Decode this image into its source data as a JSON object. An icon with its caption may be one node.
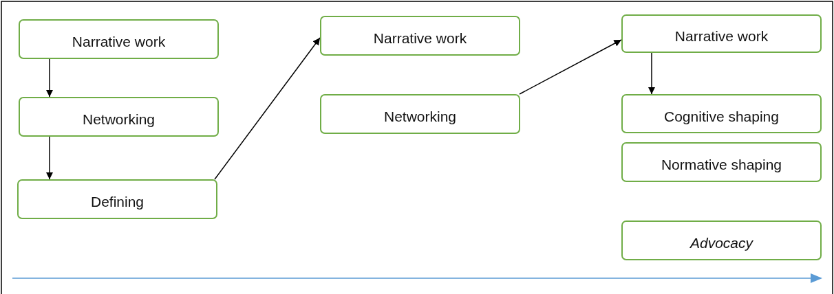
{
  "diagram": {
    "nodes": [
      {
        "text": [
          "Narrative work"
        ]
      },
      {
        "text": [
          "Networking"
        ]
      },
      {
        "text": [
          "Defining"
        ]
      },
      {
        "text": [
          "Narrative work"
        ]
      },
      {
        "text": [
          "Networking"
        ]
      },
      {
        "text": [
          "Narrative work"
        ]
      },
      {
        "text": [
          "Cognitive shaping"
        ]
      },
      {
        "text": [
          "Normative shaping"
        ]
      },
      {
        "text": [
          "Advocacy"
        ]
      }
    ],
    "edges": [
      {
        "from": 0,
        "to": 1,
        "arrow": "to"
      },
      {
        "from": 1,
        "to": 2,
        "arrow": "to"
      },
      {
        "from": 2,
        "to": 3,
        "arrow": "to"
      },
      {
        "from": 4,
        "to": 5,
        "arrow": "to"
      },
      {
        "from": 5,
        "to": 6,
        "arrow": "to"
      }
    ]
  }
}
